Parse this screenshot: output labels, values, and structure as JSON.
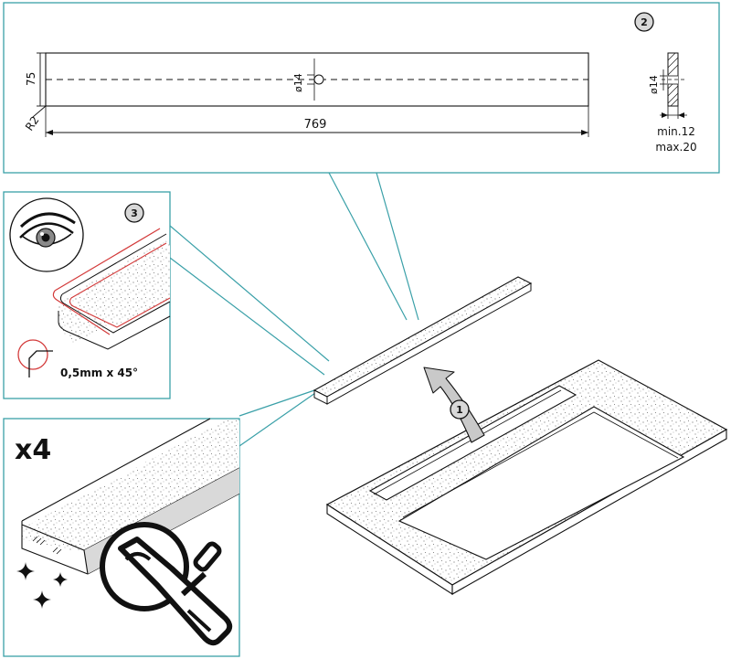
{
  "steps": {
    "step1": "1",
    "step2": "2",
    "step3": "3"
  },
  "drawing": {
    "height_label": "75",
    "radius_label": "R2",
    "length_label": "769",
    "hole_label": "ø14",
    "side_hole_label": "ø14",
    "thickness_min": "min.12",
    "thickness_max": "max.20"
  },
  "chamfer": {
    "label": "0,5mm x 45°"
  },
  "quantity": {
    "label": "x4"
  },
  "colors": {
    "callout": "#3aa0a8",
    "edge_highlight": "#d33a3a",
    "line": "#111111"
  },
  "icons": [
    "eye-icon",
    "chamfer-icon",
    "sparkle-icon",
    "sander-icon",
    "arrow-up-icon"
  ]
}
